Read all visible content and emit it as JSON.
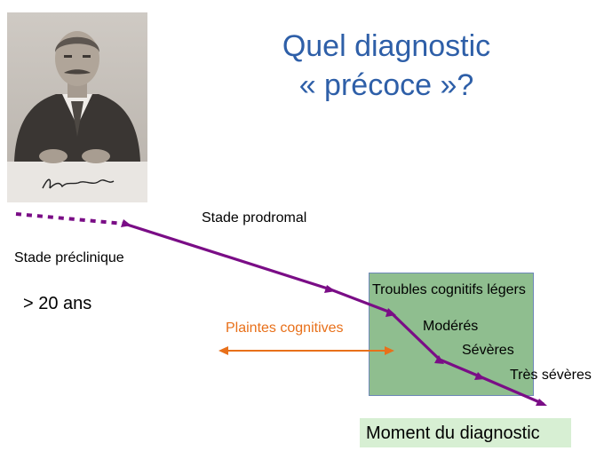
{
  "title": {
    "line1": "Quel diagnostic",
    "line2": "« précoce »?"
  },
  "portrait": {
    "signature": "Alzheimer"
  },
  "labels": {
    "preclinical": "Stade préclinique",
    "age": "> 20 ans",
    "prodromal": "Stade prodromal",
    "complaints": "Plaintes cognitives",
    "mild": "Troubles cognitifs légers",
    "moderate": "Modérés",
    "severe": "Sévères",
    "very_severe": "Très sévères",
    "diagnosis_moment": "Moment du diagnostic"
  },
  "colors": {
    "title": "#2e5fa8",
    "timeline": "#7a0d86",
    "complaints": "#e8701a",
    "highlight_box": "#8fbe8f",
    "moment_box": "#d7efd3"
  }
}
